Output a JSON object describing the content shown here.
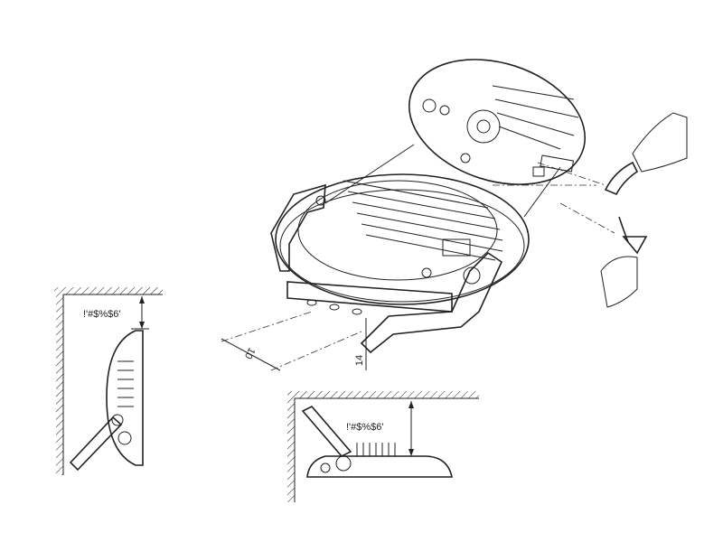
{
  "labels": {
    "wall_clearance": "!'#$%$6'",
    "ceiling_clearance": "!'#$%$6'",
    "dimension_spacing": "10",
    "dimension_height": "14"
  }
}
